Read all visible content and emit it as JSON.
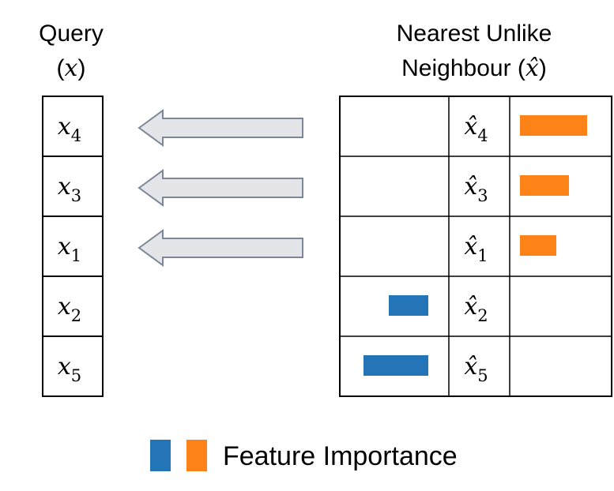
{
  "query": {
    "title": "Query",
    "symbol_open": "(",
    "symbol": "x",
    "symbol_close": ")",
    "rows": [
      {
        "var": "x",
        "sub": "4"
      },
      {
        "var": "x",
        "sub": "3"
      },
      {
        "var": "x",
        "sub": "1"
      },
      {
        "var": "x",
        "sub": "2"
      },
      {
        "var": "x",
        "sub": "5"
      }
    ]
  },
  "nun": {
    "title_line1": "Nearest Unlike",
    "title_line2": "Neighbour",
    "symbol_open": "(",
    "symbol": "x̂",
    "symbol_close": ")",
    "rows": [
      {
        "var": "x̂",
        "sub": "4",
        "importance": 0.85,
        "side": "right"
      },
      {
        "var": "x̂",
        "sub": "3",
        "importance": 0.62,
        "side": "right"
      },
      {
        "var": "x̂",
        "sub": "1",
        "importance": 0.46,
        "side": "right"
      },
      {
        "var": "x̂",
        "sub": "2",
        "importance": 0.5,
        "side": "left"
      },
      {
        "var": "x̂",
        "sub": "5",
        "importance": 0.82,
        "side": "left"
      }
    ]
  },
  "arrows_count": 3,
  "legend": {
    "label": "Feature Importance",
    "colors": [
      "#2474b8",
      "#fd8318"
    ]
  },
  "colors": {
    "blue": "#2474b8",
    "orange": "#fd8318",
    "arrow_fill": "#e3e5e8",
    "arrow_stroke": "#7d8797"
  }
}
